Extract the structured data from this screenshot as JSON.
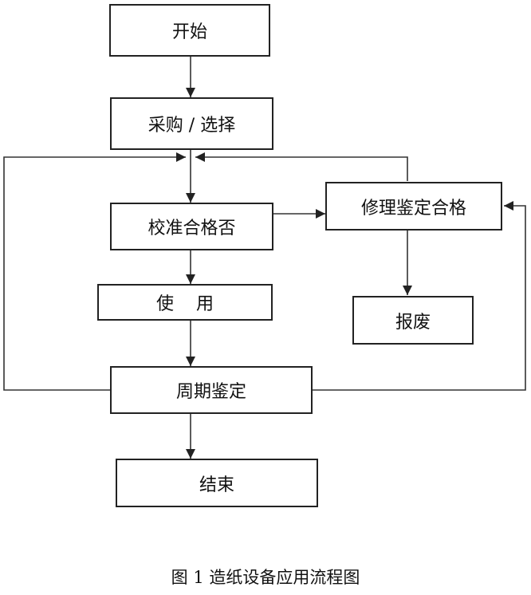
{
  "nodes": {
    "start": "开始",
    "purchase": "采购 / 选择",
    "check": "校准合格否",
    "repair": "修理鉴定合格",
    "use": "使    用",
    "scrap": "报废",
    "periodic": "周期鉴定",
    "end": "结束"
  },
  "caption": "图 1  造纸设备应用流程图"
}
